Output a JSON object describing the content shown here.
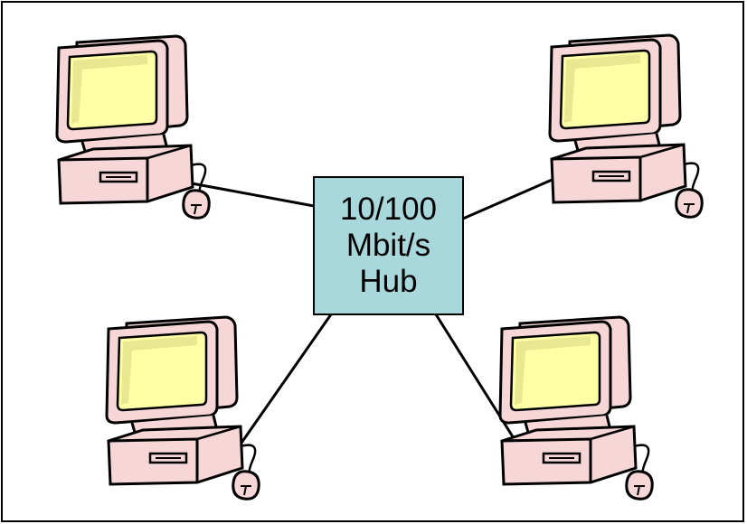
{
  "hub": {
    "line1": "10/100",
    "line2": "Mbit/s",
    "line3": "Hub",
    "fill_color": "#A8D8DC"
  },
  "computers": [
    {
      "id": "top-left",
      "icon": "desktop-computer-icon"
    },
    {
      "id": "top-right",
      "icon": "desktop-computer-icon"
    },
    {
      "id": "bottom-left",
      "icon": "desktop-computer-icon"
    },
    {
      "id": "bottom-right",
      "icon": "desktop-computer-icon"
    }
  ],
  "colors": {
    "computer_body": "#F6D6D6",
    "screen": "#FFFFA6",
    "cable": "#000000"
  }
}
